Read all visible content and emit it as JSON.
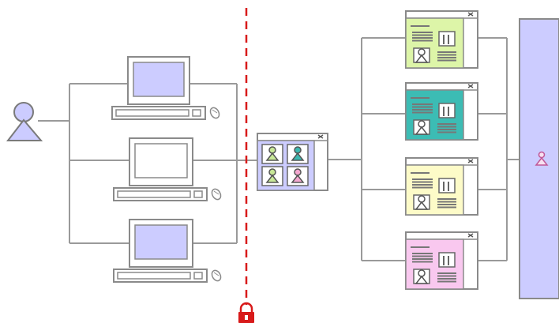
{
  "diagram": {
    "colors": {
      "line": "#9a9a9a",
      "frame": "#8a8a8a",
      "screen": "#ccccff",
      "screen_alt": "#ffffff",
      "firewall": "#d81a1a",
      "lock": "#d81a1a",
      "panel": "#ccccff",
      "user": "#ccccff"
    },
    "left_user": {
      "icon": "person-icon"
    },
    "computers": [
      {
        "name": "workstation-1",
        "screen": "#ccccff"
      },
      {
        "name": "workstation-2",
        "screen": "#ffffff"
      },
      {
        "name": "workstation-3",
        "screen": "#ccccff"
      }
    ],
    "firewall": {
      "icon": "padlock-icon"
    },
    "hub_window": {
      "tiles": [
        {
          "bg": "#ffffff",
          "fig": "#c8e898"
        },
        {
          "bg": "#ffffff",
          "fig": "#3cb8b0"
        },
        {
          "bg": "#ffffff",
          "fig": "#c8e898"
        },
        {
          "bg": "#ffffff",
          "fig": "#f4a8d0"
        }
      ]
    },
    "dest_windows": [
      {
        "name": "window-green",
        "bg": "#ddf5a8"
      },
      {
        "name": "window-teal",
        "bg": "#3cbcb4"
      },
      {
        "name": "window-yellow",
        "bg": "#fdfbc8"
      },
      {
        "name": "window-pink",
        "bg": "#f9c8ef"
      }
    ],
    "right_panel": {
      "icon": "small-person-icon"
    }
  }
}
